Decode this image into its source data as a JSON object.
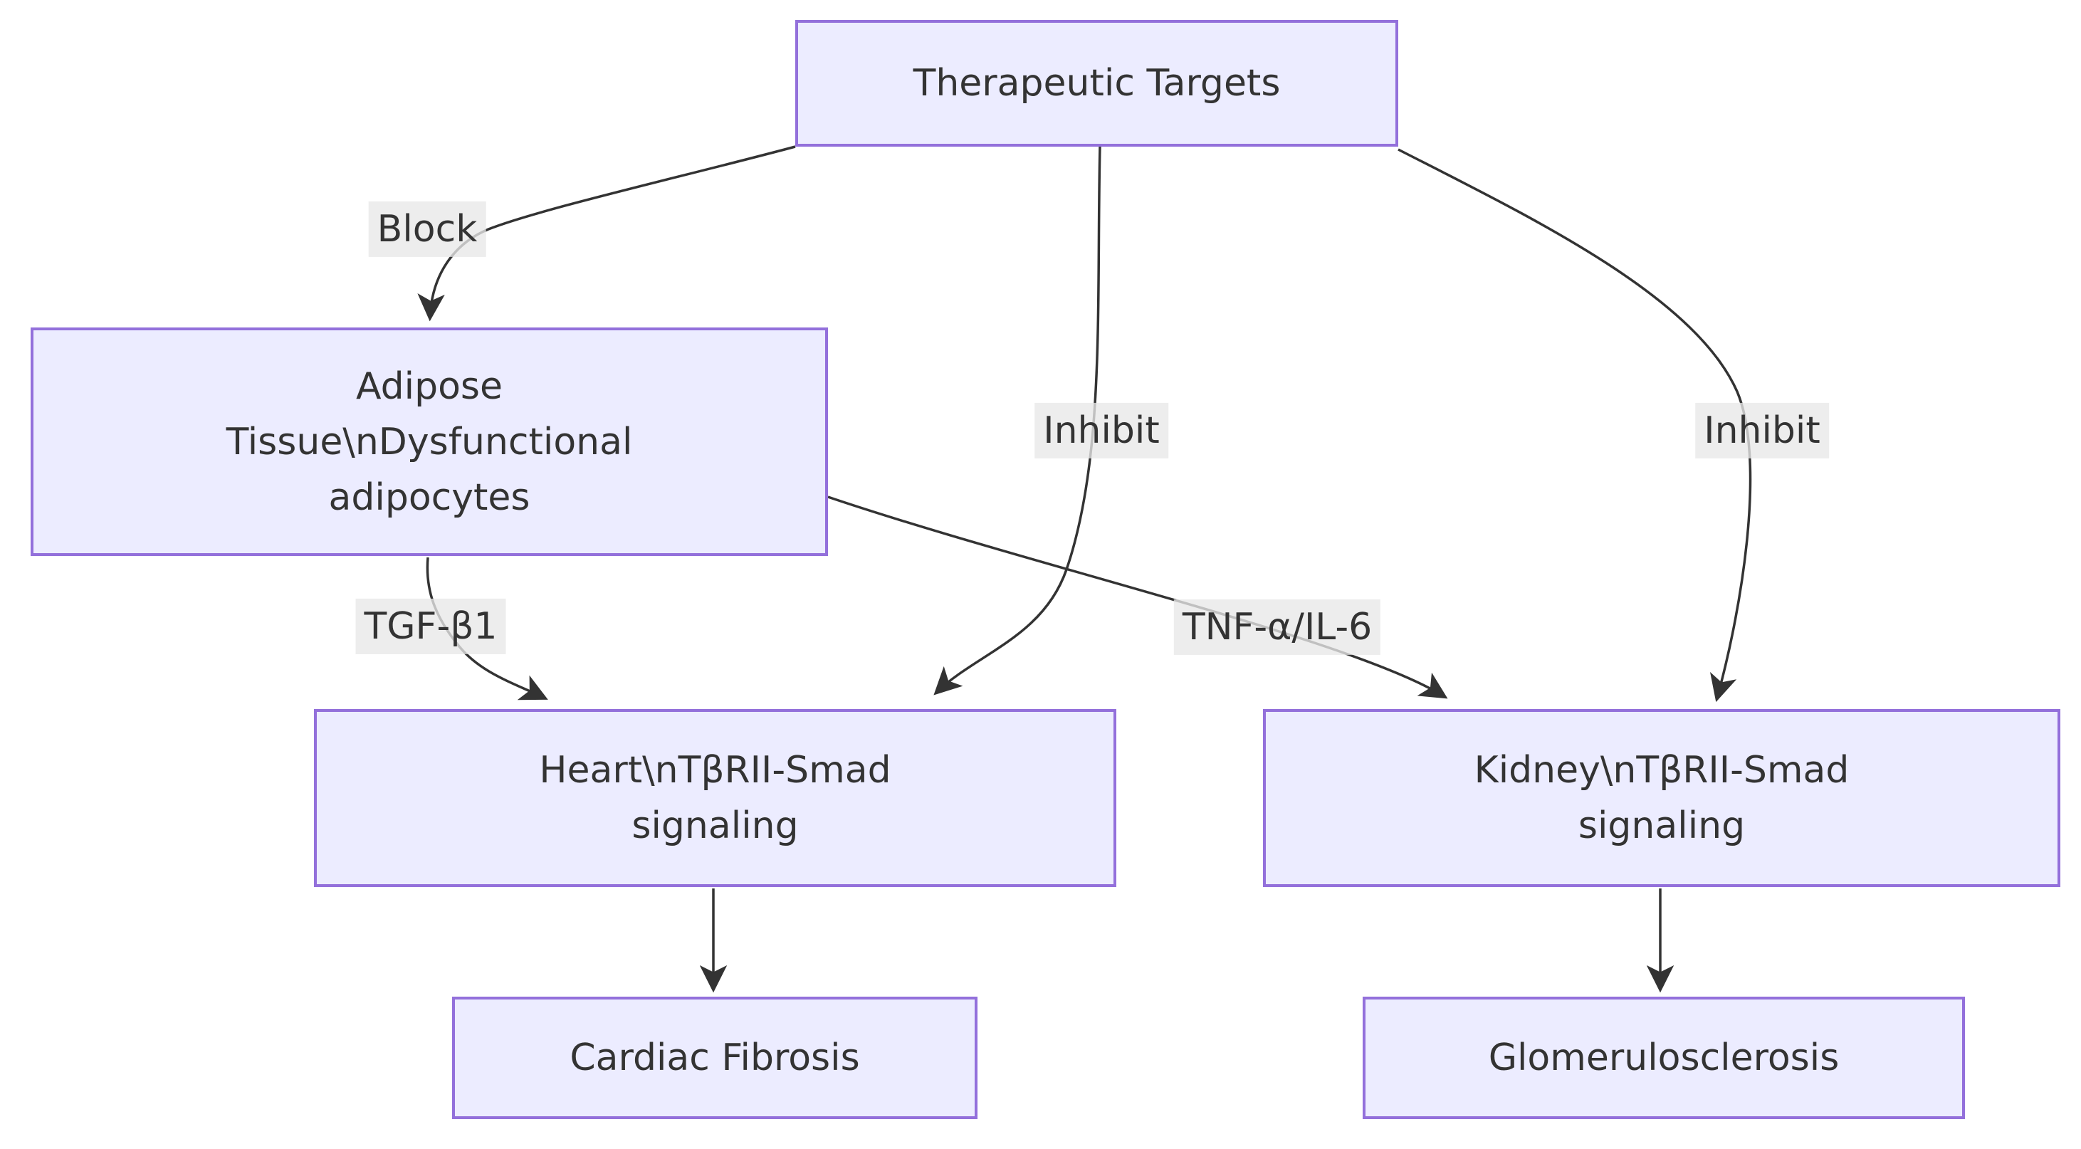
{
  "diagram": {
    "kind": "flowchart",
    "colors": {
      "node_fill": "#ECECFF",
      "node_border": "#9370DB",
      "edge_stroke": "#333333",
      "edge_label_bg": "#e8e8e8",
      "text": "#333333",
      "background": "#ffffff"
    },
    "nodes": {
      "therapeutic_targets": {
        "label": "Therapeutic Targets",
        "lines": [
          "Therapeutic Targets"
        ]
      },
      "adipose": {
        "label": "Adipose Tissue\\nDysfunctional adipocytes",
        "lines": [
          "Adipose",
          "Tissue\\nDysfunctional",
          "adipocytes"
        ]
      },
      "heart": {
        "label": "Heart\\nTβRII-Smad signaling",
        "lines": [
          "Heart\\nTβRII-Smad",
          "signaling"
        ]
      },
      "kidney": {
        "label": "Kidney\\nTβRII-Smad signaling",
        "lines": [
          "Kidney\\nTβRII-Smad",
          "signaling"
        ]
      },
      "cardiac_fibrosis": {
        "label": "Cardiac Fibrosis",
        "lines": [
          "Cardiac Fibrosis"
        ]
      },
      "glomerulosclerosis": {
        "label": "Glomerulosclerosis",
        "lines": [
          "Glomerulosclerosis"
        ]
      }
    },
    "edges": [
      {
        "from": "Therapeutic Targets",
        "to": "Adipose Tissue\\nDysfunctional adipocytes",
        "label": "Block"
      },
      {
        "from": "Therapeutic Targets",
        "to": "Heart\\nTβRII-Smad signaling",
        "label": "Inhibit"
      },
      {
        "from": "Therapeutic Targets",
        "to": "Kidney\\nTβRII-Smad signaling",
        "label": "Inhibit"
      },
      {
        "from": "Adipose Tissue\\nDysfunctional adipocytes",
        "to": "Heart\\nTβRII-Smad signaling",
        "label": "TGF-β1"
      },
      {
        "from": "Adipose Tissue\\nDysfunctional adipocytes",
        "to": "Kidney\\nTβRII-Smad signaling",
        "label": "TNF-α/IL-6"
      },
      {
        "from": "Heart\\nTβRII-Smad signaling",
        "to": "Cardiac Fibrosis",
        "label": ""
      },
      {
        "from": "Kidney\\nTβRII-Smad signaling",
        "to": "Glomerulosclerosis",
        "label": ""
      }
    ]
  }
}
